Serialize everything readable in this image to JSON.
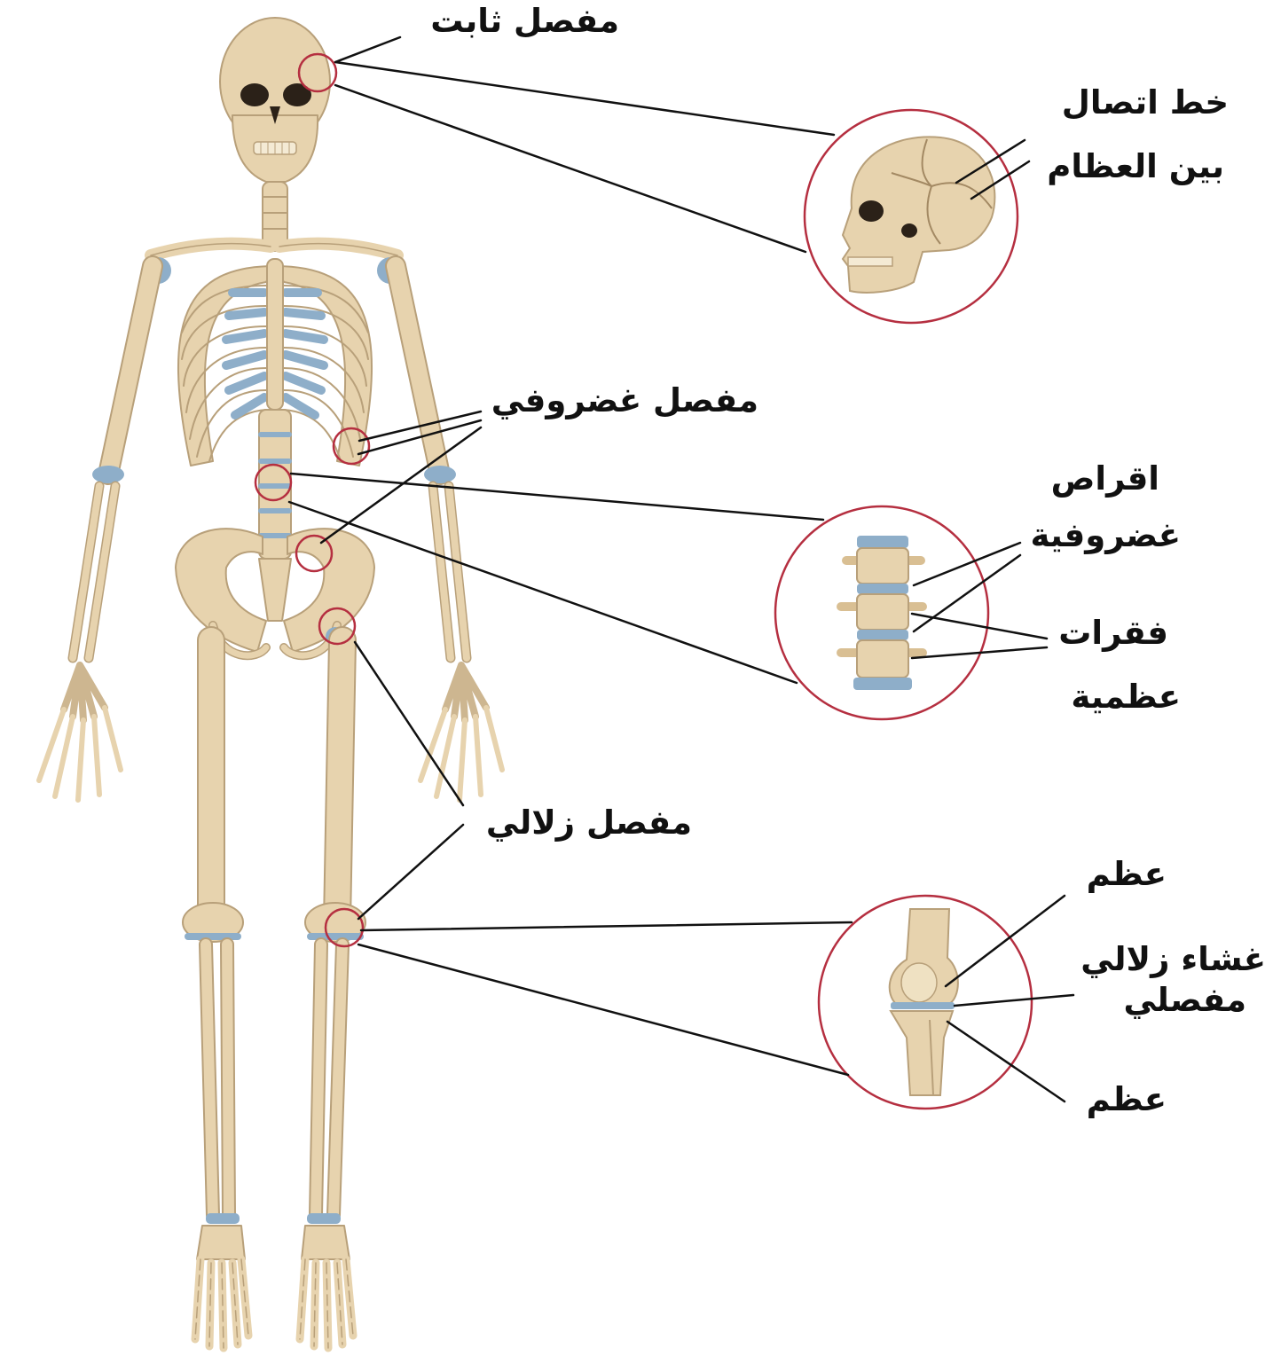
{
  "colors": {
    "bone": "#e7d3ae",
    "bone_edge": "#b8a07a",
    "cartilage": "#8eaec9",
    "callout_ring": "#b52f40",
    "leader": "#111111",
    "text": "#111111"
  },
  "labels": {
    "fixed_joint": "مفصل ثابت",
    "suture_line1": "خط اتصال",
    "suture_line2": "بين العظام",
    "cartilaginous_joint": "مفصل غضروفي",
    "discs_line1": "اقراص",
    "discs_line2": "غضروفية",
    "vertebrae_line1": "فقرات",
    "vertebrae_line2": "عظمية",
    "synovial_joint": "مفصل زلالي",
    "bone_top": "عظم",
    "membrane_line1": "غشاء زلالي",
    "membrane_line2": "مفصلي",
    "bone_bottom": "عظم"
  }
}
